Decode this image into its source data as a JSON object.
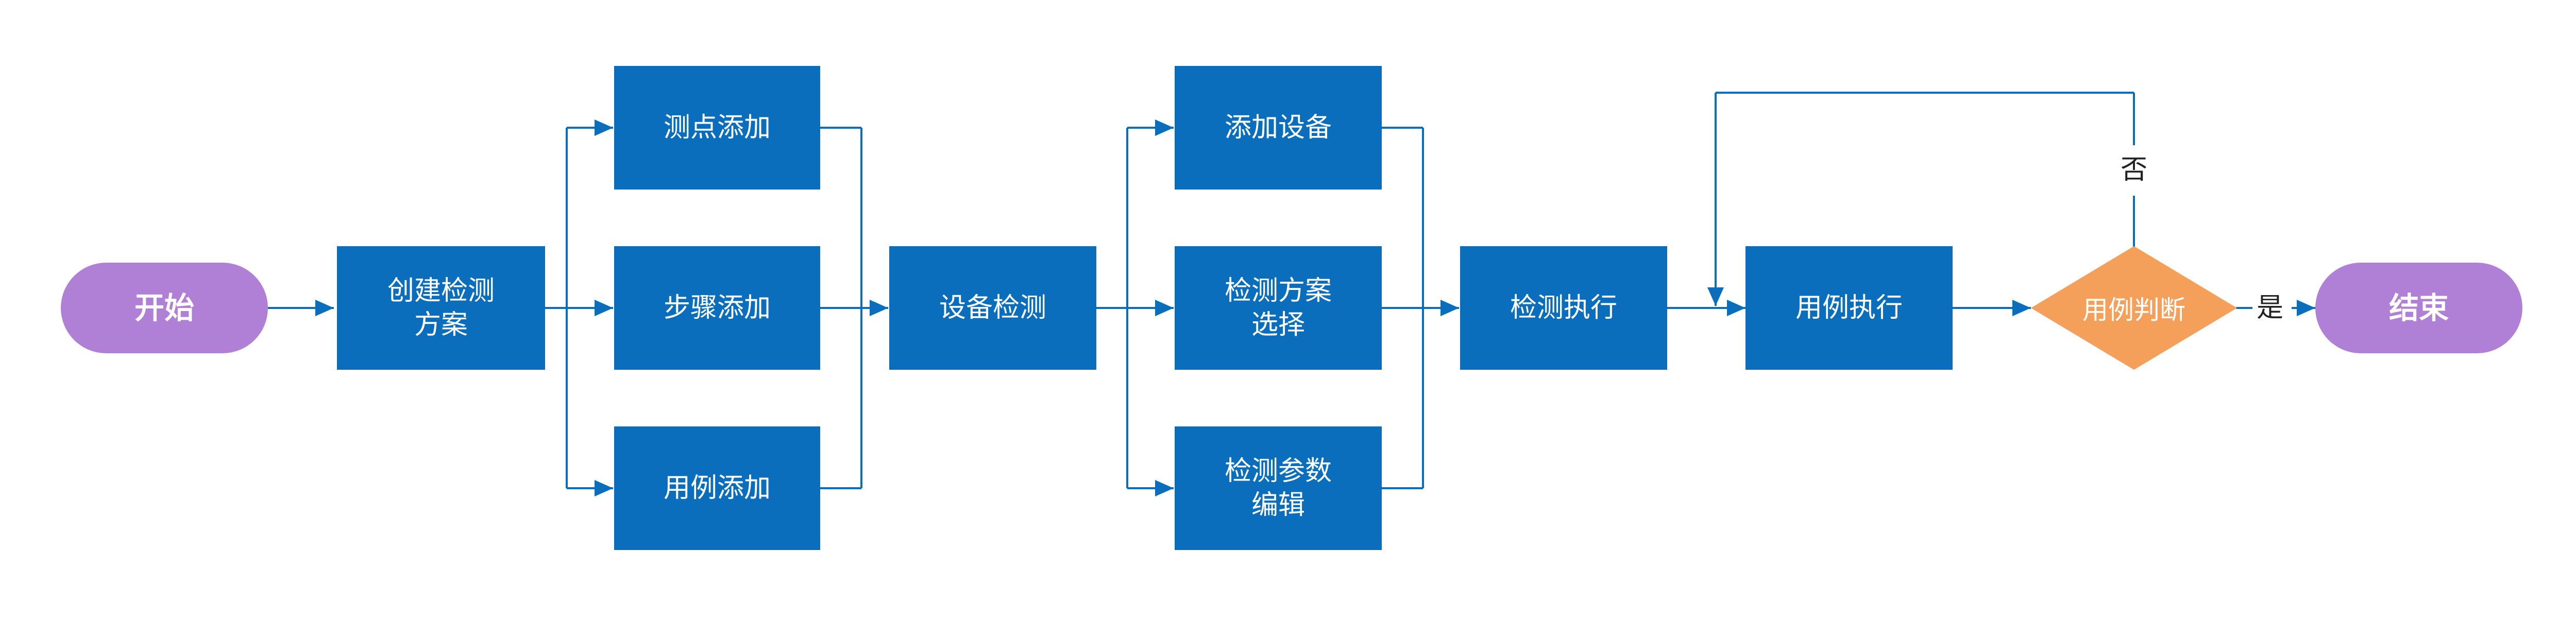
{
  "nodes": {
    "start": "开始",
    "create_plan": "创建检测\n方案",
    "add_point": "测点添加",
    "add_step": "步骤添加",
    "add_case": "用例添加",
    "device_check": "设备检测",
    "add_device": "添加设备",
    "select_plan": "检测方案\n选择",
    "edit_params": "检测参数\n编辑",
    "run_check": "检测执行",
    "run_case": "用例执行",
    "judge_case": "用例判断",
    "end": "结束"
  },
  "edge_labels": {
    "no": "否",
    "yes": "是"
  },
  "colors": {
    "process": "#0a6ebd",
    "terminal": "#b07fd6",
    "decision": "#f5a05a",
    "line": "#0a6ebd"
  }
}
